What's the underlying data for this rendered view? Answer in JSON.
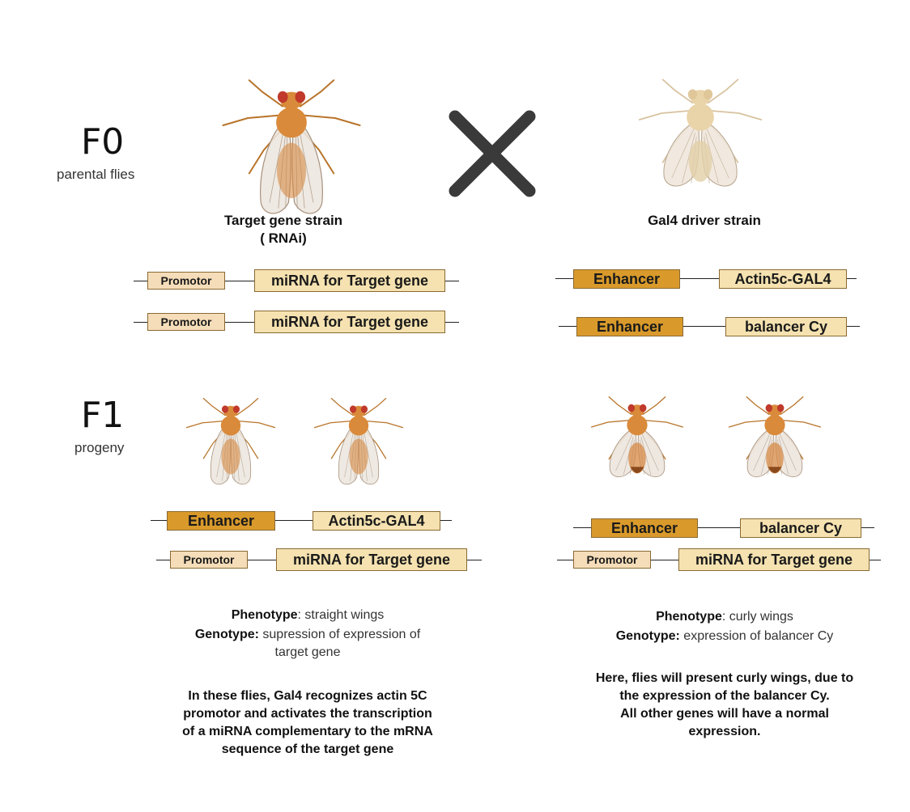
{
  "f0": {
    "label": "F0",
    "sublabel": "parental flies"
  },
  "f1": {
    "label": "F1",
    "sublabel": "progeny"
  },
  "strains": {
    "left": {
      "line1": "Target gene strain",
      "line2": "( RNAi)"
    },
    "right": {
      "line1": "Gal4 driver strain"
    }
  },
  "parents": {
    "left": [
      {
        "promotor": "Promotor",
        "gene": "miRNA for Target gene"
      },
      {
        "promotor": "Promotor",
        "gene": "miRNA for Target gene"
      }
    ],
    "right": [
      {
        "enhancer": "Enhancer",
        "gene": "Actin5c-GAL4"
      },
      {
        "enhancer": "Enhancer",
        "gene": "balancer Cy"
      }
    ]
  },
  "progeny": {
    "left": {
      "constructs": [
        {
          "enhancer": "Enhancer",
          "gene": "Actin5c-GAL4"
        },
        {
          "promotor": "Promotor",
          "gene": "miRNA for Target gene"
        }
      ],
      "phenotype_label": "Phenotype",
      "phenotype": ": straight wings",
      "genotype_label": "Genotype:",
      "genotype_line1": " supression of expression of",
      "genotype_line2": "target gene",
      "note": [
        "In these flies, Gal4 recognizes actin 5C",
        "promotor and activates the transcription",
        "of a miRNA complementary to the mRNA",
        "sequence of the target gene"
      ]
    },
    "right": {
      "constructs": [
        {
          "enhancer": "Enhancer",
          "gene": "balancer Cy"
        },
        {
          "promotor": "Promotor",
          "gene": "miRNA for Target gene"
        }
      ],
      "phenotype_label": "Phenotype",
      "phenotype": ": curly wings",
      "genotype_label": "Genotype:",
      "genotype": " expression of balancer Cy",
      "note": [
        "Here, flies will present curly wings, due to",
        "the expression of the balancer Cy.",
        "All other genes will have a normal",
        "expression."
      ]
    }
  },
  "colors": {
    "promotor_fill": "#f5ddb9",
    "gene_fill": "#f5e2b0",
    "enhancer_fill": "#d99a2b",
    "fly_body": "#d98a3a",
    "fly_eye": "#c0392b",
    "cross_mark": "#3a3a3a"
  }
}
